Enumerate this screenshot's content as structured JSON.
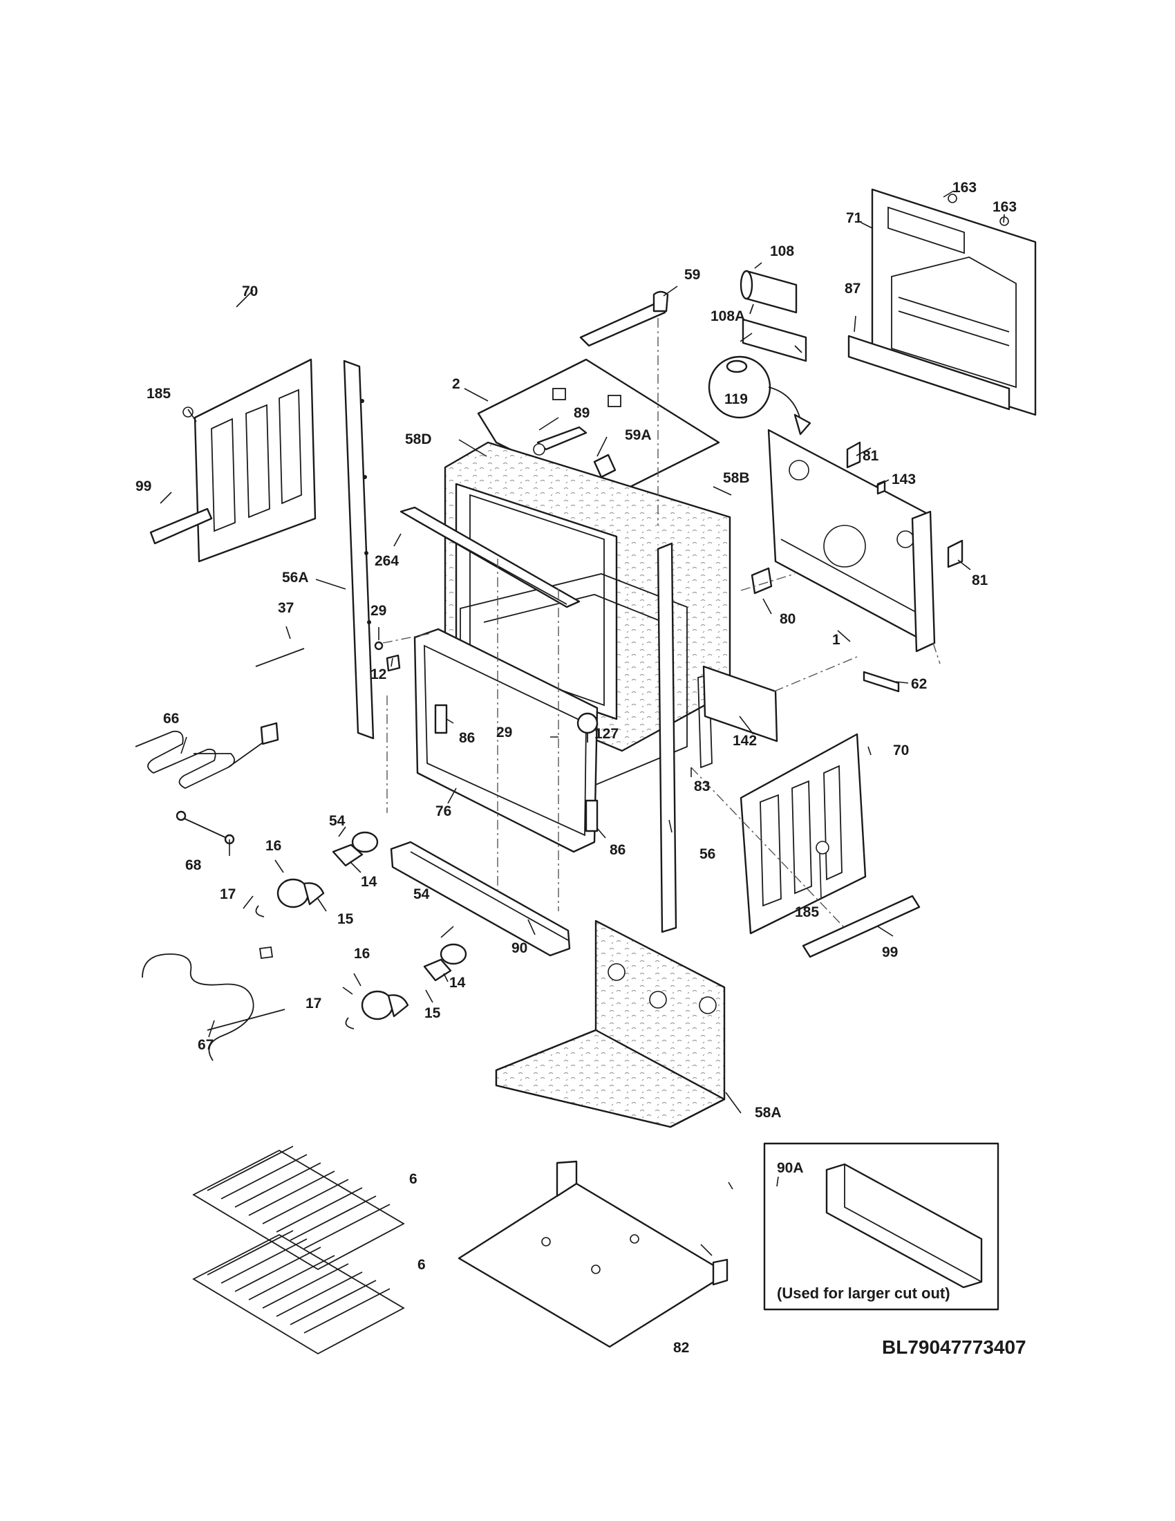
{
  "diagram_code": "BL79047773407",
  "inset": {
    "label": "90A",
    "note": "(Used for larger cut out)"
  },
  "callouts": [
    "163",
    "163",
    "71",
    "108",
    "59",
    "87",
    "108A",
    "70",
    "185",
    "2",
    "119",
    "89",
    "58D",
    "59A",
    "81",
    "143",
    "99",
    "58B",
    "264",
    "56A",
    "81",
    "37",
    "29",
    "80",
    "1",
    "12",
    "62",
    "66",
    "29",
    "127",
    "142",
    "86",
    "70",
    "83",
    "76",
    "54",
    "86",
    "56",
    "68",
    "16",
    "14",
    "17",
    "15",
    "185",
    "54",
    "99",
    "16",
    "90",
    "14",
    "17",
    "15",
    "67",
    "58A",
    "6",
    "6",
    "82"
  ]
}
